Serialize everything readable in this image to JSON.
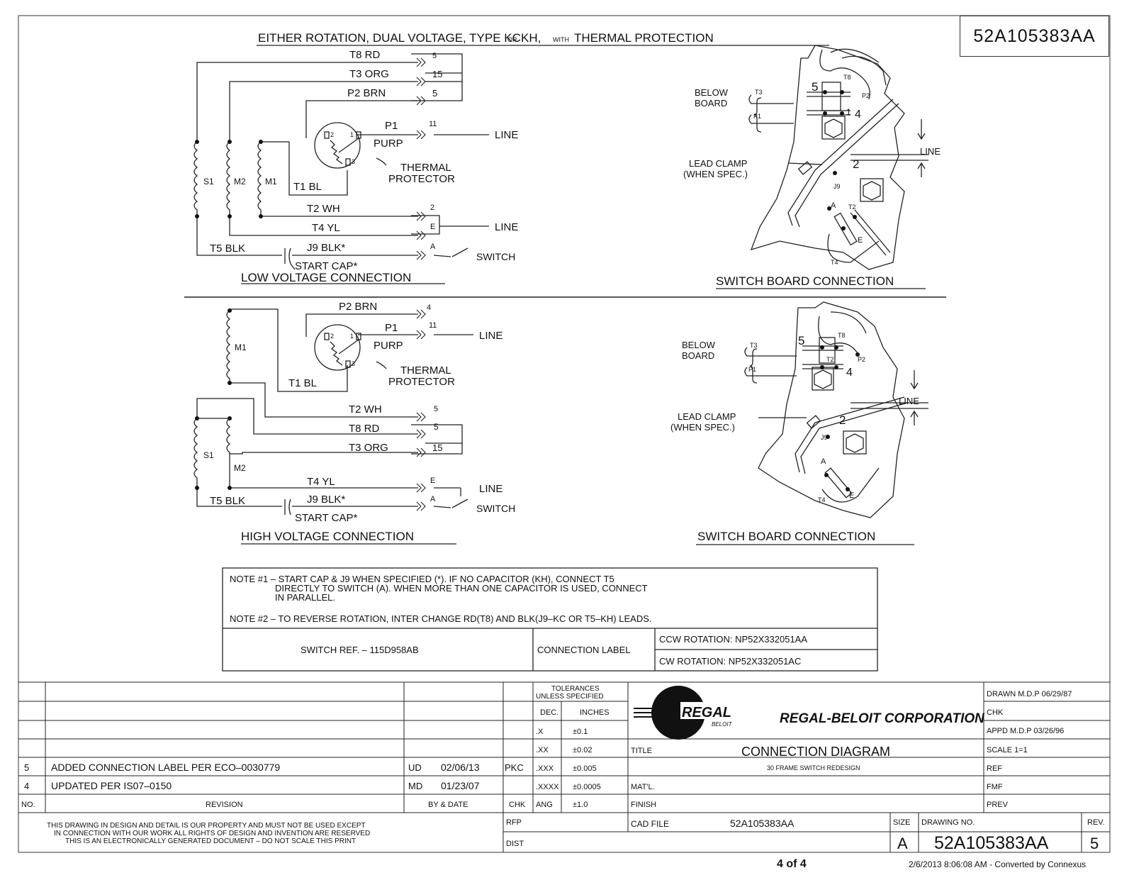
{
  "drawing_number": "52A105383AA",
  "title_line": {
    "part1": "EITHER ROTATION, DUAL VOLTAGE, TYPE KC",
    "or": "OR",
    "kh": "KH,",
    "with": "WITH",
    "part2": "THERMAL PROTECTION"
  },
  "low_voltage": {
    "caption": "LOW VOLTAGE CONNECTION",
    "leads": {
      "t8": "T8 RD",
      "t8_term": "5",
      "t3": "T3 ORG",
      "t3_term": "15",
      "p2": "P2 BRN",
      "p2_term": "5",
      "p1": "P1",
      "p1_term": "11",
      "purp": "PURP",
      "t1": "T1 BL",
      "t2": "T2 WH",
      "t2_term": "2",
      "t4": "T4 YL",
      "t4_term": "E",
      "j9": "J9 BLK*",
      "j9_term": "A",
      "t5": "T5 BLK"
    },
    "windings": {
      "s1": "S1",
      "m2": "M2",
      "m1": "M1"
    },
    "thermal": "THERMAL",
    "protector": "PROTECTOR",
    "prot_pins": {
      "p2": "2",
      "p1": "1",
      "p3": "3"
    },
    "line1": "LINE",
    "line2": "LINE",
    "switch": "SWITCH",
    "start_cap": "START CAP*"
  },
  "high_voltage": {
    "caption": "HIGH VOLTAGE CONNECTION",
    "leads": {
      "p2": "P2 BRN",
      "p2_term": "4",
      "p1": "P1",
      "p1_term": "11",
      "purp": "PURP",
      "t1": "T1 BL",
      "t2": "T2 WH",
      "t2_term": "5",
      "t8": "T8 RD",
      "t8_term": "5",
      "t3": "T3 ORG",
      "t3_term": "15",
      "t4": "T4 YL",
      "t4_term": "E",
      "j9": "J9 BLK*",
      "j9_term": "A",
      "t5": "T5 BLK"
    },
    "windings": {
      "m1": "M1",
      "s1": "S1",
      "m2": "M2"
    },
    "thermal": "THERMAL",
    "protector": "PROTECTOR",
    "prot_pins": {
      "p2": "2",
      "p1": "1",
      "p3": "3"
    },
    "line1": "LINE",
    "line2": "LINE",
    "switch": "SWITCH",
    "start_cap": "START CAP*"
  },
  "switch_board_low": {
    "caption": "SWITCH BOARD CONNECTION",
    "below": "BELOW",
    "board": "BOARD",
    "lead_clamp": "LEAD CLAMP",
    "when_spec": "(WHEN SPEC.)",
    "line": "LINE",
    "labels": {
      "t3": "T3",
      "p1": "P1",
      "t8": "T8",
      "p2": "P2",
      "t2": "T2",
      "t4": "T4",
      "j9": "J9",
      "n5": "5",
      "n1": "1",
      "n4": "4",
      "n2": "2",
      "a": "A",
      "e": "E"
    }
  },
  "switch_board_high": {
    "caption": "SWITCH BOARD CONNECTION",
    "below": "BELOW",
    "board": "BOARD",
    "lead_clamp": "LEAD CLAMP",
    "when_spec": "(WHEN SPEC.)",
    "line": "LINE",
    "labels": {
      "t3": "T3",
      "p1": "P1",
      "t8": "T8",
      "p2": "P2",
      "t2": "T2",
      "t4": "T4",
      "j9": "J9",
      "n5": "5",
      "n4": "4",
      "n2": "2",
      "a": "A",
      "e": "E"
    }
  },
  "notes": {
    "note1_line1": "NOTE #1 – START CAP & J9 WHEN SPECIFIED (*). IF NO CAPACITOR (KH), CONNECT T5",
    "note1_line2": "DIRECTLY TO SWITCH (A). WHEN MORE THAN ONE CAPACITOR IS USED, CONNECT",
    "note1_line3": "IN PARALLEL.",
    "note2": "NOTE #2 – TO REVERSE ROTATION, INTER    CHANGE RD(T8) AND BLK(J9–KC OR T5–KH) LEADS.",
    "switch_ref": "SWITCH REF. – 115D958AB",
    "connection_label": "CONNECTION LABEL",
    "ccw": "CCW ROTATION:   NP52X332051AA",
    "cw": "CW ROTATION:   NP52X332051AC"
  },
  "title_block": {
    "revisions": [
      {
        "no": "5",
        "desc": "ADDED CONNECTION LABEL PER ECO–0030779",
        "by": "UD",
        "date": "02/06/13",
        "chk": "PKC"
      },
      {
        "no": "4",
        "desc": "UPDATED PER IS07–0150",
        "by": "MD",
        "date": "01/23/07",
        "chk": ""
      }
    ],
    "hdr_no": "NO.",
    "hdr_revision": "REVISION",
    "hdr_by_date": "BY & DATE",
    "hdr_chk": "CHK",
    "tolerances": "TOLERANCES",
    "unless": "UNLESS SPECIFIED",
    "dec": "DEC.",
    "inches": "INCHES",
    "tol_rows": [
      {
        "k": ".X",
        "v": "±0.1"
      },
      {
        "k": ".XX",
        "v": "±0.02"
      },
      {
        "k": ".XXX",
        "v": "±0.005"
      },
      {
        "k": ".XXXX",
        "v": "±0.0005"
      },
      {
        "k": "ANG",
        "v": "±1.0"
      }
    ],
    "logo_regal": "REGAL",
    "logo_beloit": "BELOIT",
    "company": "REGAL-BELOIT CORPORATION",
    "title_lbl": "TITLE",
    "title": "CONNECTION DIAGRAM",
    "subtitle": "30 FRAME SWITCH REDESIGN",
    "matl": "MAT'L.",
    "finish": "FINISH",
    "cad_file_lbl": "CAD FILE",
    "cad_file": "52A105383AA",
    "size_lbl": "SIZE",
    "size": "A",
    "drawing_no_lbl": "DRAWING NO.",
    "drawing_no": "52A105383AA",
    "rev_lbl": "REV.",
    "rev": "5",
    "drawn": "DRAWN  M.D.P  06/29/87",
    "chk": "CHK",
    "appd": "APPD   M.D.P  03/26/96",
    "scale": "SCALE          1=1",
    "ref": "REF",
    "fmf": "FMF",
    "prev": "PREV",
    "rfp": "RFP",
    "dist": "DIST",
    "property1": "THIS DRAWING IN DESIGN AND DETAIL IS OUR PROPERTY AND MUST NOT BE USED EXCEPT",
    "property2": "IN CONNECTION WITH OUR WORK ALL RIGHTS OF DESIGN AND INVENTION ARE RESERVED",
    "property3": "THIS IS AN ELECTRONICALLY GENERATED DOCUMENT – DO NOT SCALE THIS PRINT"
  },
  "footer": {
    "page": "4 of 4",
    "converted": "2/6/2013 8:06:08 AM - Converted by Connexus"
  }
}
